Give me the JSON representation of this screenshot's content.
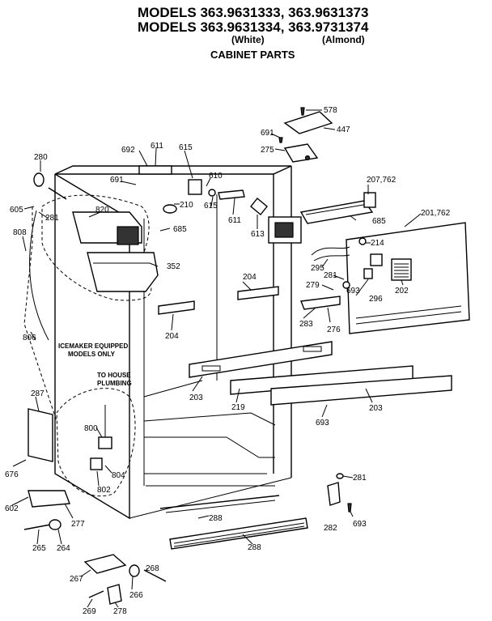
{
  "header": {
    "line1": "MODELS 363.9631333, 363.9631373",
    "line2": "MODELS 363.9631334, 363.9731374",
    "white": "(White)",
    "almond": "(Almond)",
    "section": "CABINET PARTS"
  },
  "notes": {
    "icemaker1": "ICEMAKER EQUIPPED",
    "icemaker2": "MODELS ONLY",
    "house1": "TO HOUSE",
    "house2": "PLUMBING"
  },
  "callouts": {
    "p578": "578",
    "p447": "447",
    "p691a": "691",
    "p275": "275",
    "p280": "280",
    "p692": "692",
    "p611": "611",
    "p615a": "615",
    "p691b": "691",
    "p610": "610",
    "p615b": "615",
    "p210": "210",
    "p207": "207,762",
    "p201": "201,762",
    "p605": "605",
    "p281a": "281",
    "p820": "820",
    "p611b": "611",
    "p613": "613",
    "p685a": "685",
    "p685b": "685",
    "p214": "214",
    "p808": "808",
    "p352": "352",
    "p295": "295",
    "p204a": "204",
    "p281b": "281",
    "p279": "279",
    "p693a": "693",
    "p202": "202",
    "p296": "296",
    "p204b": "204",
    "p283": "283",
    "p276": "276",
    "p806": "806",
    "p287": "287",
    "p203a": "203",
    "p219": "219",
    "p203b": "203",
    "p693b": "693",
    "p800": "800",
    "p804": "804",
    "p802": "802",
    "p676": "676",
    "p602": "602",
    "p277": "277",
    "p281c": "281",
    "p288a": "288",
    "p693c": "693",
    "p282": "282",
    "p265": "265",
    "p264": "264",
    "p288b": "288",
    "p267": "267",
    "p268": "268",
    "p266": "266",
    "p269": "269",
    "p278": "278"
  }
}
